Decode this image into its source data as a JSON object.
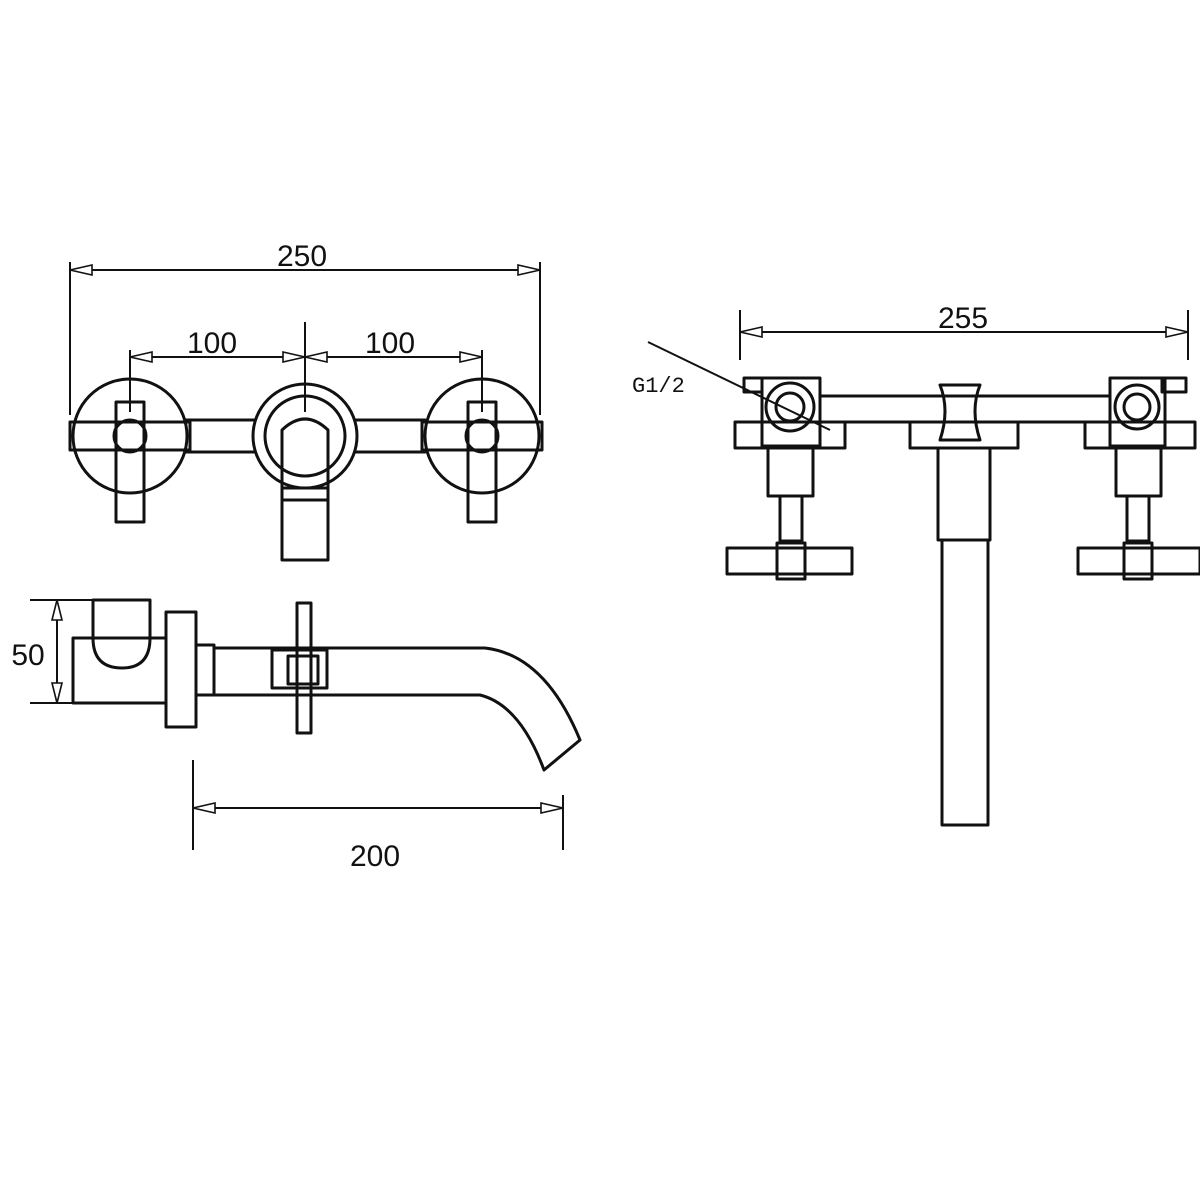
{
  "diagram": {
    "front_view": {
      "overall_width": "250",
      "left_spacing": "100",
      "right_spacing": "100"
    },
    "side_view": {
      "depth": "50",
      "spout_projection": "200"
    },
    "rear_view": {
      "overall_width": "255",
      "thread_label": "G1/2"
    }
  }
}
